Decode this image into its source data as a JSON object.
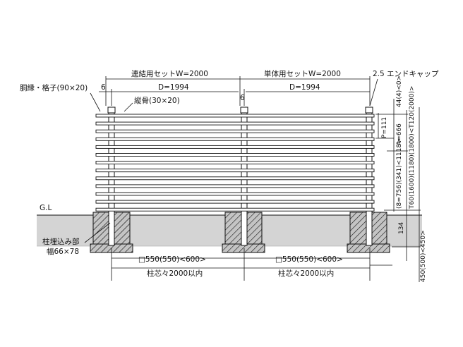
{
  "labels": {
    "w_connect": "連結用セットW=2000",
    "w_single": "単体用セットW=2000",
    "end_cap": "2.5 エンドキャップ",
    "gap_left": "6",
    "gap_mid": "6",
    "d_left": "D=1994",
    "d_right": "D=1994",
    "rail": "胴縁・格子(90×20)",
    "stud": "縦骨(30×20)",
    "gl": "G.L",
    "embed_1": "柱埋込み部",
    "embed_2": "幅66×78",
    "found_left": "□550(550)<600>",
    "found_right": "□550(550)<600>",
    "pitch_left": "柱芯々2000以内",
    "pitch_right": "柱芯々2000以内",
    "v_top": "44(4)<0>",
    "v_p": "P=111",
    "v_a": "A=666",
    "v_h1": "(8=756)(341)<1118>",
    "v_h2": "T60(1600)(1180)(1800)<T120(2000)>",
    "v_134": "134",
    "v_depth": "450(500)<450>"
  },
  "colors": {
    "ground": "#d4d4d4",
    "foundation": "#bdbdbd",
    "line": "#111111"
  }
}
